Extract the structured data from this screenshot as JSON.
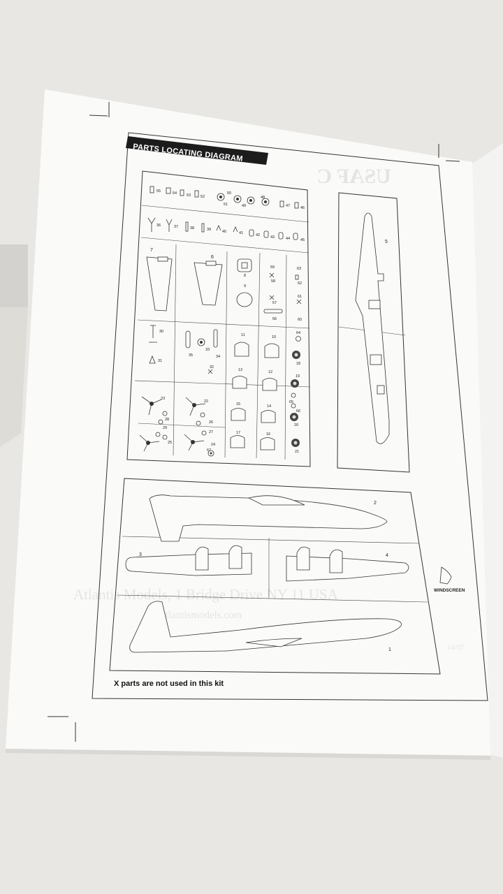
{
  "page": {
    "heading": "PARTS LOCATING DIAGRAM",
    "note": "X parts are not used in this kit",
    "windscreen_label": "WINDSCREEN",
    "bleed_through": {
      "title": "USAF C",
      "line_1": "Atlantis Models, 1 Bridge Drive  NY 11 USA",
      "line_2": "atlantismodels.com",
      "page_code": "14/07"
    }
  },
  "sprue_a": {
    "row_1": [
      "55",
      "54",
      "53",
      "52",
      "51",
      "50",
      "49",
      "48",
      "47",
      "46"
    ],
    "row_2": [
      "36",
      "37",
      "38",
      "39",
      "40",
      "41",
      "42",
      "43",
      "44",
      "45"
    ],
    "wing_halves": [
      "7",
      "6"
    ],
    "side_parts": [
      "8",
      "9",
      "59",
      "58",
      "57",
      "56",
      "63",
      "62",
      "61",
      "60"
    ],
    "gear_parts": [
      "30",
      "31",
      "35",
      "33",
      "34",
      "32"
    ],
    "nacelle_parts": [
      "11",
      "10",
      "13",
      "12",
      "15",
      "14",
      "17",
      "16"
    ],
    "wheel_parts": [
      "64",
      "18",
      "19",
      "65",
      "66",
      "20",
      "21"
    ],
    "propellers": [
      "23",
      "22",
      "25",
      "24"
    ],
    "small_parts": [
      "28",
      "26",
      "29",
      "27",
      "67"
    ]
  },
  "sprue_b": {
    "tailplane": "5"
  },
  "sprue_c": {
    "fuselage_left": "2",
    "fuselage_right": "1",
    "wing_left": "3",
    "wing_right": "4"
  }
}
